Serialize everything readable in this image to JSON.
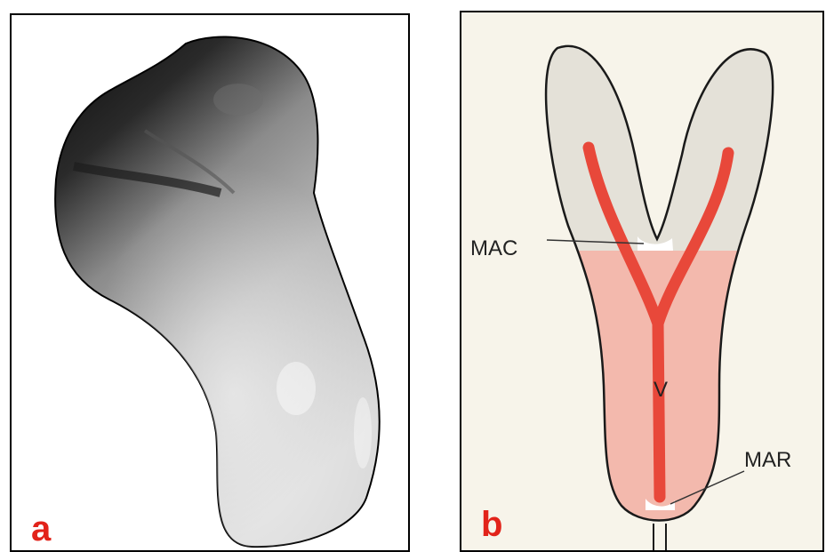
{
  "panel_a": {
    "letter": "a"
  },
  "panel_b": {
    "letter": "b",
    "labels": {
      "mac": "MAC",
      "v": "V",
      "mar": "MAR"
    }
  },
  "colors": {
    "letter_color": "#e2231a",
    "vessel": "#e8483a",
    "tissue_pink": "#f3b9ad",
    "cap_grey": "#e4e1d8",
    "outline": "#1a1a1a",
    "background_b": "#f7f4ea"
  }
}
